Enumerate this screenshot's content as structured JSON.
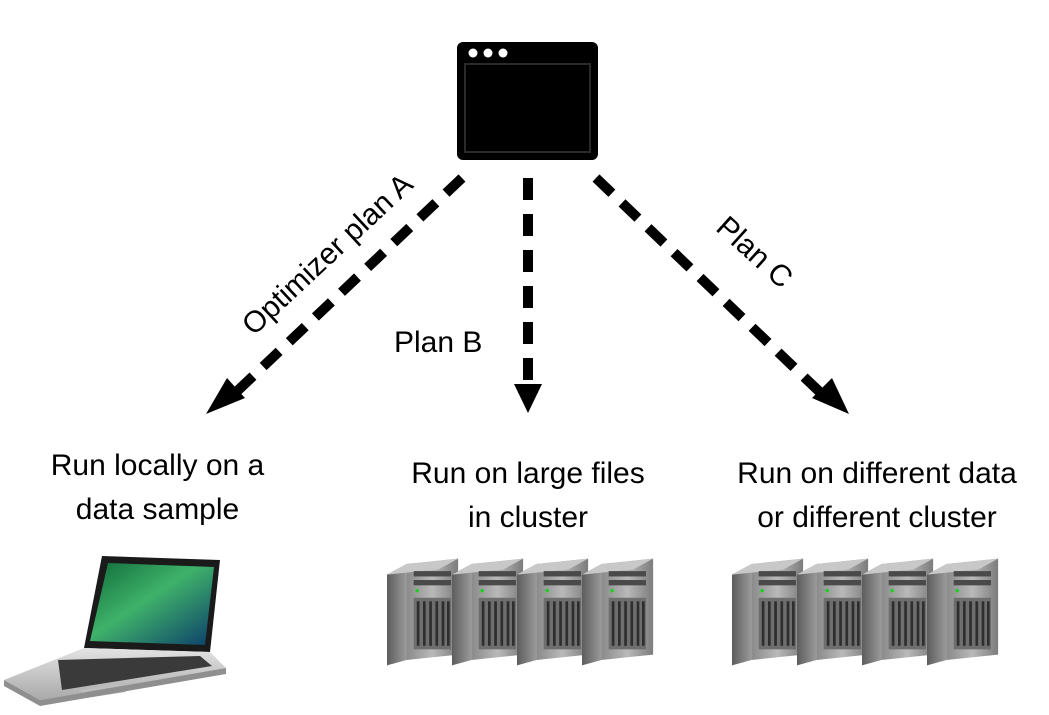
{
  "app_window": {
    "icon": "app-window-icon"
  },
  "plans": [
    {
      "label": "Optimizer plan A"
    },
    {
      "label": "Plan B"
    },
    {
      "label": "Plan C"
    }
  ],
  "targets": [
    {
      "line1": "Run locally on a",
      "line2": "data sample",
      "icon": "laptop-icon"
    },
    {
      "line1": "Run on large files",
      "line2": "in cluster",
      "icon": "server-cluster-icon"
    },
    {
      "line1": "Run on different data",
      "line2": "or different cluster",
      "icon": "server-cluster-icon"
    }
  ]
}
